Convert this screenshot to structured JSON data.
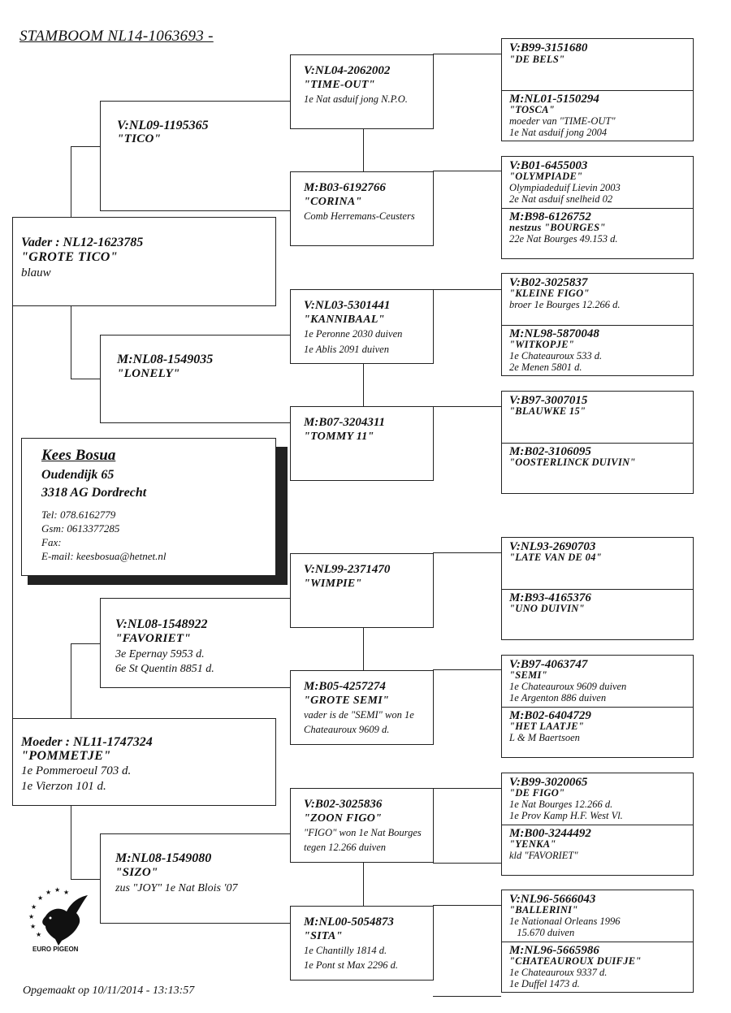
{
  "title": "STAMBOOM  NL14-1063693 -",
  "father": {
    "ring": "Vader : NL12-1623785",
    "name": "\"GROTE TICO\"",
    "info": [
      "blauw"
    ]
  },
  "mother": {
    "ring": "Moeder : NL11-1747324",
    "name": "\"POMMETJE\"",
    "info": [
      "1e Pommeroeul 703 d.",
      "1e Vierzon  101 d."
    ]
  },
  "ff": {
    "ring": "V:NL09-1195365",
    "name": "\"TICO\"",
    "info": []
  },
  "fm": {
    "ring": "M:NL08-1549035",
    "name": "\"LONELY\"",
    "info": []
  },
  "mf": {
    "ring": "V:NL08-1548922",
    "name": "\"FAVORIET\"",
    "info": [
      "3e Epernay    5953 d.",
      "6e St Quentin 8851 d."
    ]
  },
  "mm": {
    "ring": "M:NL08-1549080",
    "name": "\"SIZO\"",
    "info": [
      "zus \"JOY\" 1e Nat Blois '07"
    ]
  },
  "fff": {
    "ring": "V:NL04-2062002",
    "name": "\"TIME-OUT\"",
    "info": [
      "1e Nat asduif jong N.P.O."
    ]
  },
  "ffm": {
    "ring": "M:B03-6192766",
    "name": "\"CORINA\"",
    "info": [
      "Comb Herremans-Ceusters"
    ]
  },
  "fmf": {
    "ring": "V:NL03-5301441",
    "name": "\"KANNIBAAL\"",
    "info": [
      "1e Peronne 2030 duiven",
      "1e Ablis   2091 duiven"
    ]
  },
  "fmm": {
    "ring": "M:B07-3204311",
    "name": "\"TOMMY 11\"",
    "info": []
  },
  "mff": {
    "ring": "V:NL99-2371470",
    "name": "\"WIMPIE\"",
    "info": []
  },
  "mfm": {
    "ring": "M:B05-4257274",
    "name": "\"GROTE SEMI\"",
    "info": [
      "vader is de \"SEMI\" won 1e",
      "Chateauroux 9609 d."
    ]
  },
  "mmf": {
    "ring": "V:B02-3025836",
    "name": "\"ZOON FIGO\"",
    "info": [
      "\"FIGO\" won 1e Nat Bourges",
      "tegen 12.266 duiven"
    ]
  },
  "mmm": {
    "ring": "M:NL00-5054873",
    "name": "\"SITA\"",
    "info": [
      "1e Chantilly 1814 d.",
      "1e Pont st Max 2296 d."
    ]
  },
  "g1": {
    "ring": "V:B99-3151680",
    "name": "\"DE BELS\"",
    "info": []
  },
  "g2": {
    "ring": "M:NL01-5150294",
    "name": "\"TOSCA\"",
    "info": [
      "moeder van \"TIME-OUT\"",
      "1e Nat asduif jong 2004"
    ]
  },
  "g3": {
    "ring": "V:B01-6455003",
    "name": "\"OLYMPIADE\"",
    "info": [
      "Olympiadeduif Lievin 2003",
      "2e Nat asduif snelheid 02"
    ]
  },
  "g4": {
    "ring": "M:B98-6126752",
    "name": "nestzus \"BOURGES\"",
    "info": [
      "22e Nat Bourges 49.153 d."
    ]
  },
  "g5": {
    "ring": "V:B02-3025837",
    "name": "\"KLEINE FIGO\"",
    "info": [
      "broer 1e Bourges 12.266 d."
    ]
  },
  "g6": {
    "ring": "M:NL98-5870048",
    "name": "\"WITKOPJE\"",
    "info": [
      "1e Chateauroux 533 d.",
      "2e Menen  5801 d."
    ]
  },
  "g7": {
    "ring": "V:B97-3007015",
    "name": "\"BLAUWKE 15\"",
    "info": []
  },
  "g8": {
    "ring": "M:B02-3106095",
    "name": "\"OOSTERLINCK DUIVIN\"",
    "info": []
  },
  "g9": {
    "ring": "V:NL93-2690703",
    "name": "\"LATE VAN DE 04\"",
    "info": []
  },
  "g10": {
    "ring": "M:B93-4165376",
    "name": "\"UNO DUIVIN\"",
    "info": []
  },
  "g11": {
    "ring": "V:B97-4063747",
    "name": "\"SEMI\"",
    "info": [
      "1e Chateauroux 9609 duiven",
      "1e Argenton 886 duiven"
    ]
  },
  "g12": {
    "ring": "M:B02-6404729",
    "name": "\"HET LAATJE\"",
    "info": [
      "L & M Baertsoen"
    ]
  },
  "g13": {
    "ring": "V:B99-3020065",
    "name": "\"DE FIGO\"",
    "info": [
      "1e Nat Bourges 12.266 d.",
      "1e Prov Kamp H.F. West Vl."
    ]
  },
  "g14": {
    "ring": "M:B00-3244492",
    "name": "\"YENKA\"",
    "info": [
      "kld \"FAVORIET\""
    ]
  },
  "g15": {
    "ring": "V:NL96-5666043",
    "name": "\"BALLERINI\"",
    "info": [
      "1e Nationaal Orleans 1996",
      "   15.670 duiven"
    ]
  },
  "g16": {
    "ring": "M:NL96-5665986",
    "name": "\"CHATEAUROUX DUIFJE\"",
    "info": [
      "1e Chateauroux 9337 d.",
      "1e Duffel  1473 d."
    ]
  },
  "owner": {
    "name": "Kees Bosua",
    "street": "Oudendijk 65",
    "city": "3318 AG Dordrecht",
    "tel": "Tel: 078.6162779",
    "gsm": "Gsm: 0613377285",
    "fax": "Fax:",
    "email": "E-mail: keesbosua@hetnet.nl"
  },
  "logo": {
    "label": "EURO PIGEON",
    "icon": "dove-icon"
  },
  "footer": "Opgemaakt op 10/11/2014 - 13:13:57"
}
